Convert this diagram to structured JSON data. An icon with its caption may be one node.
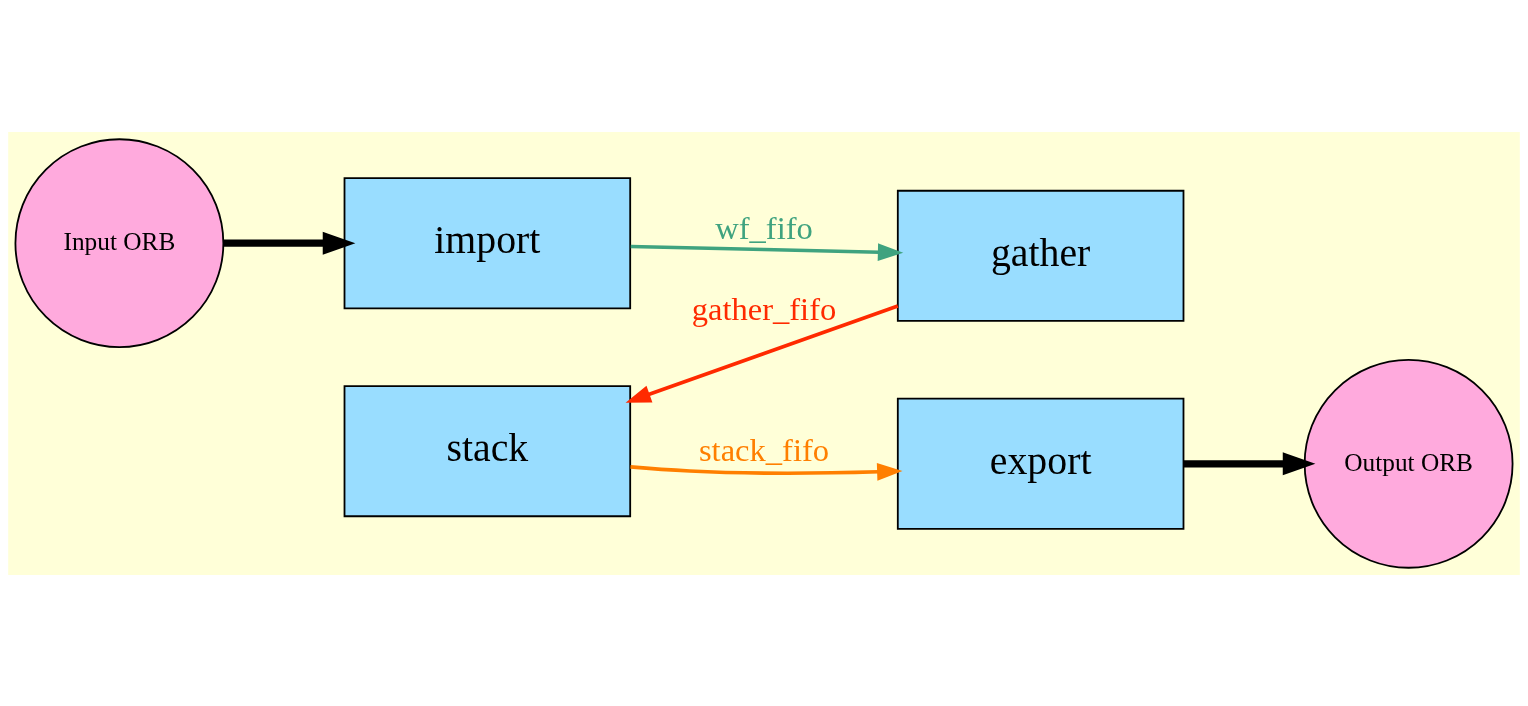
{
  "diagram": {
    "nodes": [
      {
        "text": [
          "Input ORB"
        ]
      },
      {
        "text": [
          "import"
        ]
      },
      {
        "text": [
          "gather"
        ]
      },
      {
        "text": [
          "stack"
        ]
      },
      {
        "text": [
          "export"
        ]
      },
      {
        "text": [
          "Output ORB"
        ]
      }
    ],
    "edges": [
      {
        "from": 0,
        "to": 1,
        "arrow": "to",
        "style": "thick"
      },
      {
        "from": 1,
        "to": 2,
        "arrow": "to",
        "label": "wf_fifo",
        "color": "#3fa37f"
      },
      {
        "from": 2,
        "to": 3,
        "arrow": "to",
        "label": "gather_fifo",
        "color": "#ff2a00"
      },
      {
        "from": 3,
        "to": 4,
        "arrow": "to",
        "label": "stack_fifo",
        "color": "#ff7f00"
      },
      {
        "from": 4,
        "to": 5,
        "arrow": "to",
        "style": "thick"
      }
    ]
  }
}
